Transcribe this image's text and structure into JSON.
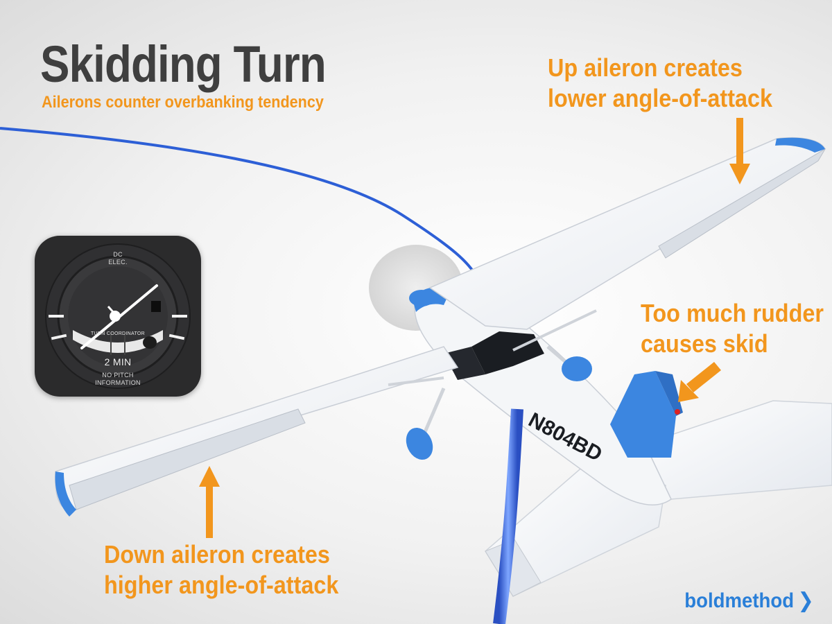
{
  "title": "Skidding Turn",
  "subtitle": "Ailerons counter overbanking tendency",
  "callouts": {
    "up_aileron": {
      "line1": "Up aileron creates",
      "line2": "lower angle-of-attack"
    },
    "rudder": {
      "line1": "Too much rudder",
      "line2": "causes skid"
    },
    "down_aileron": {
      "line1": "Down aileron creates",
      "line2": "higher angle-of-attack"
    }
  },
  "instrument": {
    "top_label_1": "DC",
    "top_label_2": "ELEC.",
    "name": "TURN COORDINATOR",
    "rate_label": "2 MIN",
    "bottom_label_1": "NO PITCH",
    "bottom_label_2": "INFORMATION"
  },
  "aircraft": {
    "registration": "N804BD"
  },
  "brand": {
    "name": "boldmethod",
    "chevron": "❯"
  },
  "colors": {
    "accent_orange": "#f2961d",
    "title_gray": "#3f3f3f",
    "brand_blue": "#2a7fd8",
    "flight_path_blue": "#2d5fd6",
    "aircraft_white": "#f4f6f8",
    "aircraft_blue": "#3c86e0"
  }
}
